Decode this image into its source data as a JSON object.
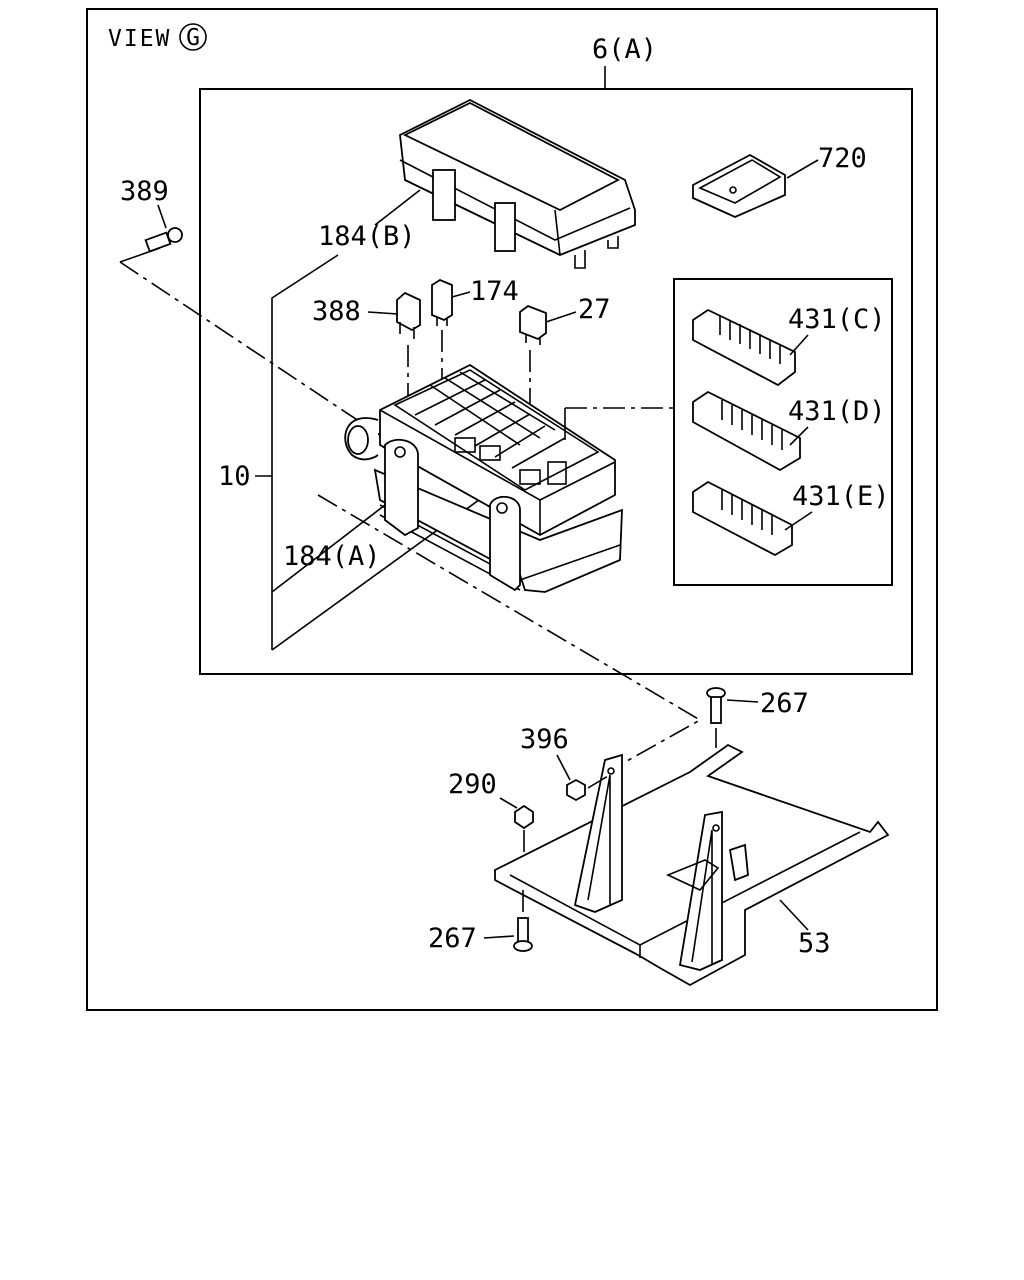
{
  "view": {
    "prefix": "VIEW",
    "letter": "G"
  },
  "callouts": {
    "assembly": "6(A)",
    "p720": "720",
    "p389": "389",
    "p184b": "184(B)",
    "p174": "174",
    "p388": "388",
    "p27": "27",
    "p10": "10",
    "p184a": "184(A)",
    "p431c": "431(C)",
    "p431d": "431(D)",
    "p431e": "431(E)",
    "p267_top": "267",
    "p396": "396",
    "p290": "290",
    "p267_bottom": "267",
    "p53": "53"
  }
}
